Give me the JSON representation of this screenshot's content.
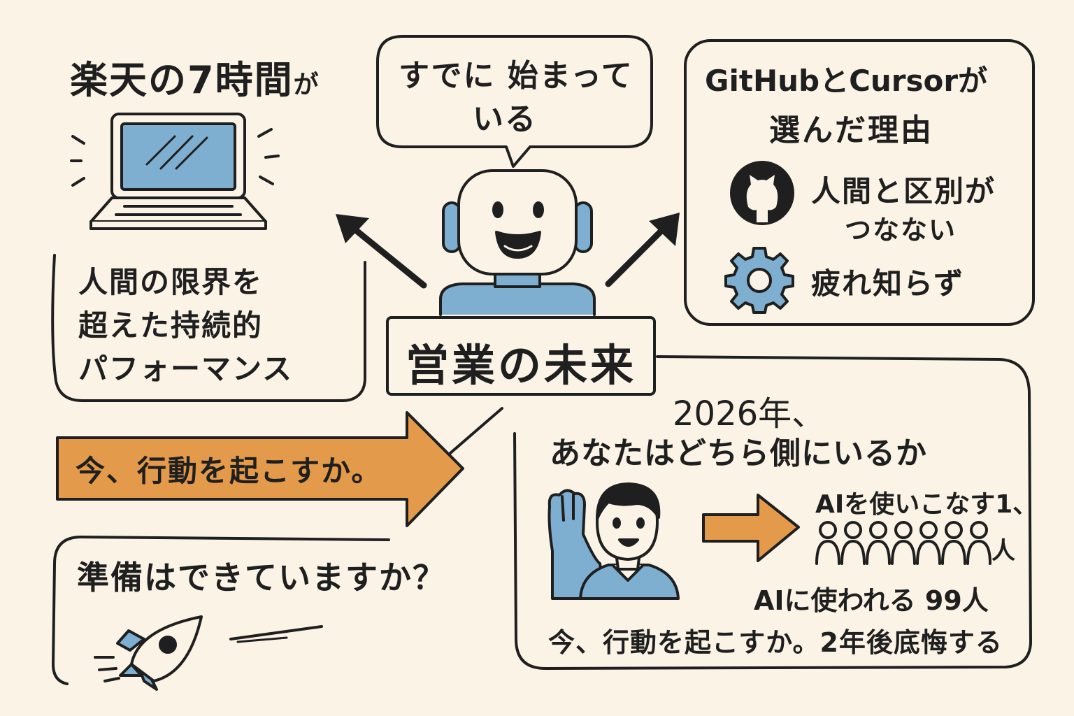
{
  "colors": {
    "background": "#fbf4e6",
    "ink": "#1f1f1f",
    "blue": "#7eafd1",
    "orange": "#e39a4b"
  },
  "top_left": {
    "title_main": "楽天の7時間",
    "title_particle": "が",
    "laptop_icon": "laptop-icon",
    "body_lines": [
      "人間の限界を",
      "超えた持続的",
      "パフォーマンス"
    ]
  },
  "speech": {
    "line1": "すでに 始まって",
    "line2": "いる"
  },
  "center": {
    "robot_icon": "robot-icon",
    "label": "営業の未来"
  },
  "top_right": {
    "title_line1": "GitHubとCursorが",
    "title_line2": "選んだ理由",
    "items": [
      {
        "icon": "github-icon",
        "line1": "人間と区別が",
        "line2": "つなない"
      },
      {
        "icon": "gear-icon",
        "line1": "疲れ知らず"
      }
    ]
  },
  "call_to_action": {
    "arrow_text": "今、行動を起こすか。"
  },
  "bottom_left": {
    "question": "準備はできていますか？",
    "rocket_icon": "rocket-icon"
  },
  "bottom_right": {
    "title_line1": "2026年、",
    "title_line2": "あなたはどちら側にいるか",
    "person_icon": "waving-person-icon",
    "ai_user_line": "AIを使いこなす1、",
    "ai_user_suffix": "人",
    "people_icon": "crowd-icon",
    "ai_used_line": "AIに使われる 99人",
    "closing_line": "今、行動を起こすか。2年後底悔する"
  }
}
